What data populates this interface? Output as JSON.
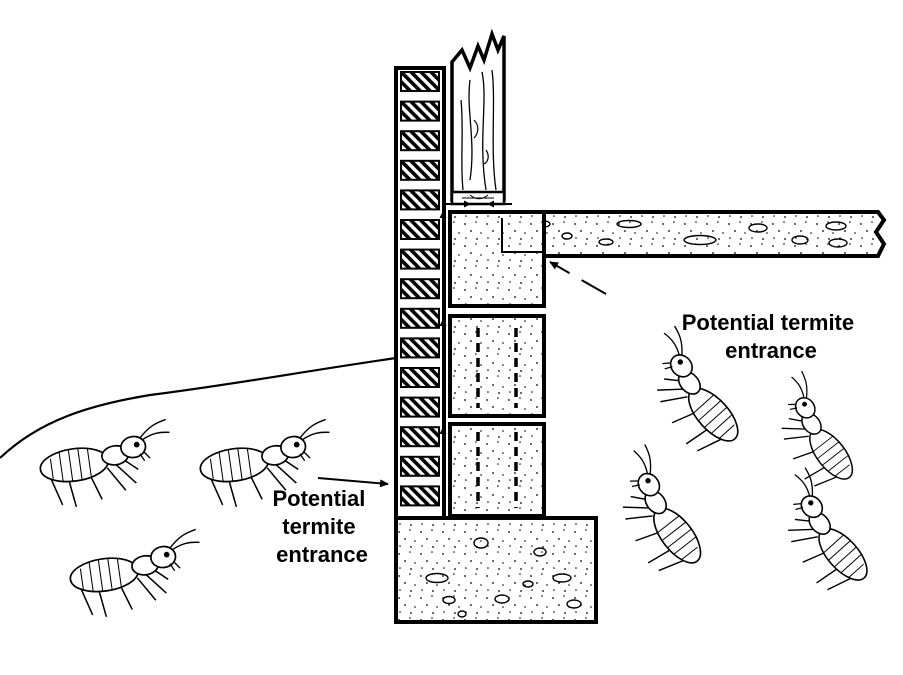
{
  "labels": {
    "right_line1": "Potential termite",
    "right_line2": "entrance",
    "left_line1": "Potential",
    "left_line2": "termite",
    "left_line3": "entrance"
  },
  "colors": {
    "ink": "#000000",
    "background": "#ffffff"
  },
  "icons": [
    "termite-icon"
  ]
}
